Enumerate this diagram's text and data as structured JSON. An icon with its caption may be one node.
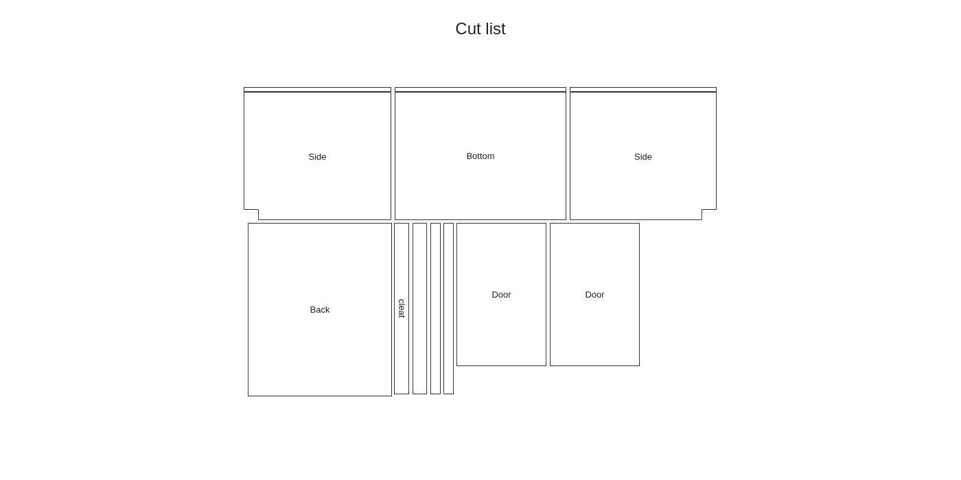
{
  "diagram": {
    "title": "Cut list",
    "nodes": [
      {
        "text": [],
        "shape": "bar"
      },
      {
        "text": [],
        "shape": "bar"
      },
      {
        "text": [],
        "shape": "bar"
      },
      {
        "text": [
          "Side"
        ]
      },
      {
        "text": [
          "Bottom"
        ]
      },
      {
        "text": [
          "Side"
        ]
      },
      {
        "text": [
          "Back"
        ]
      },
      {
        "text": [
          "cleat"
        ]
      },
      {
        "text": [],
        "shape": "bar"
      },
      {
        "text": [],
        "shape": "bar"
      },
      {
        "text": [],
        "shape": "bar"
      },
      {
        "text": [
          "Door"
        ]
      },
      {
        "text": [
          "Door"
        ]
      }
    ]
  }
}
